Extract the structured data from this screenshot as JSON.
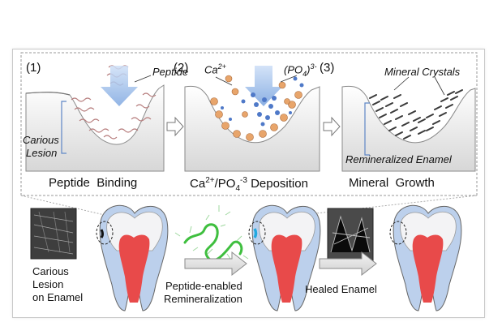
{
  "panels": [
    {
      "number": "(1)",
      "title": "Peptide  Binding",
      "labels": {
        "peptide": "Peptide",
        "lesion_line1": "Carious",
        "lesion_line2": "Lesion"
      }
    },
    {
      "number": "(2)",
      "title_main": "Ca",
      "title_sup1": "2+",
      "title_mid": "/PO",
      "title_sub": "4",
      "title_sup2": "-3",
      "title_end": " Deposition",
      "labels": {
        "ca_main": "Ca",
        "ca_sup": "2+",
        "po_open": "(PO",
        "po_sub": "4",
        "po_close": ")",
        "po_sup": "3-"
      }
    },
    {
      "number": "(3)",
      "title": "Mineral  Growth",
      "labels": {
        "crystals": "Mineral Crystals",
        "remineralized": "Remineralized Enamel"
      }
    }
  ],
  "bottom": {
    "carious_line1": "Carious",
    "carious_line2": "Lesion",
    "carious_line3": "on Enamel",
    "arrow1_line1": "Peptide-enabled",
    "arrow1_line2": "Remineralization",
    "arrow2_label": "Healed Enamel"
  },
  "colors": {
    "enamel": "#f1f1f3",
    "dentin": "#bcd0ec",
    "pulp": "#e84a4a",
    "peptide": "#3fbf3f",
    "calcium": "#e8a56b",
    "phosphate": "#4f79c8",
    "arrow": "#8fb3e6"
  }
}
